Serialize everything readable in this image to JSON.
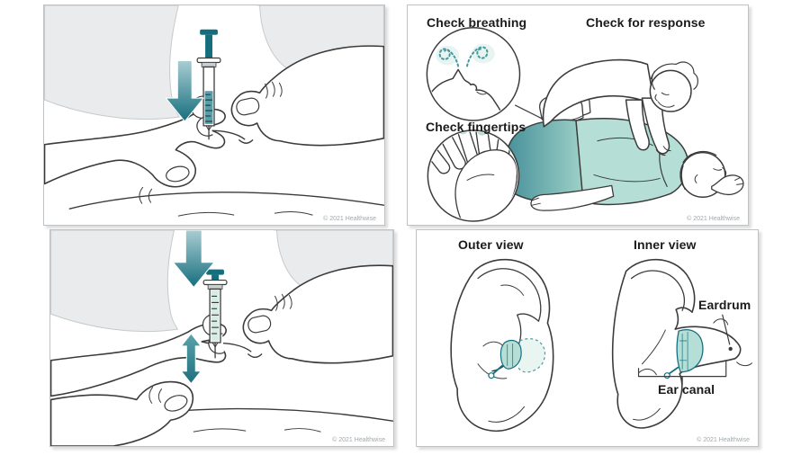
{
  "colors": {
    "line": "#3b3b3b",
    "gray_fill": "#e9ebec",
    "gray_stroke": "#c6cacc",
    "teal_dark": "#156e7e",
    "teal_mid": "#4796a0",
    "teal_light": "#b5dfd6",
    "teal_lighter": "#ddf0ea",
    "copyright": "#a2a8ab",
    "label": "#1b1b1b",
    "border": "#bfc2c4"
  },
  "panels": {
    "inject_hold": {
      "copyright": "© 2021 Healthwise"
    },
    "check_response": {
      "label_breathing": "Check breathing",
      "label_response": "Check for response",
      "label_fingertips": "Check fingertips",
      "copyright": "© 2021 Healthwise"
    },
    "inject_press": {
      "copyright": "© 2021 Healthwise"
    },
    "ear_views": {
      "label_outer": "Outer view",
      "label_inner": "Inner view",
      "label_eardrum": "Eardrum",
      "label_ear_canal": "Ear canal",
      "copyright": "© 2021 Healthwise"
    }
  }
}
